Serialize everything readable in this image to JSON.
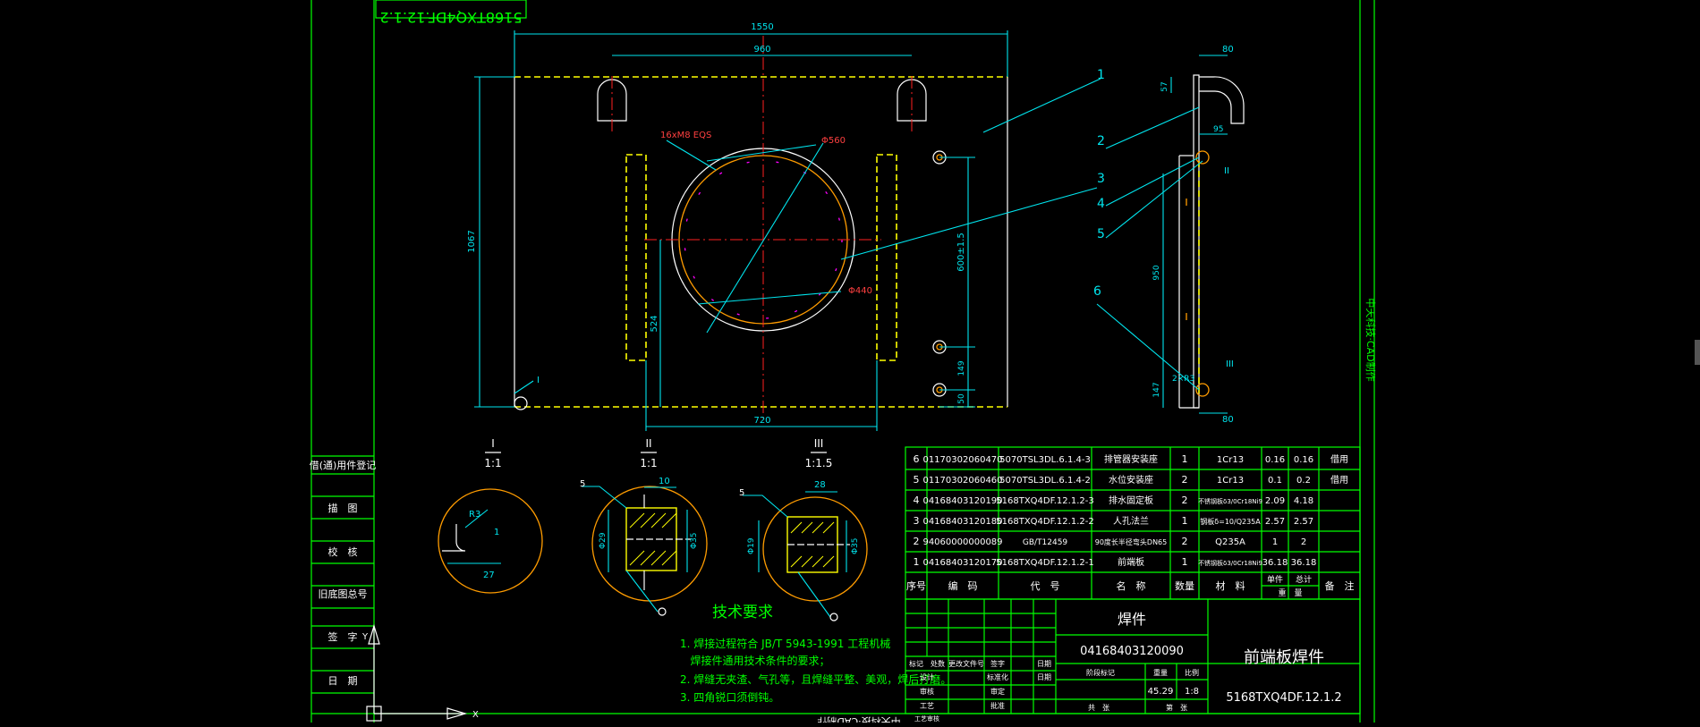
{
  "frame": {
    "top_title_inverted": "5168TXQ4DF.12.1.2",
    "side_label": "中天科技·CAD制作",
    "bottom_label_inverted": "中天科技·CAD制作"
  },
  "left_column": {
    "rows": [
      "借(通)用件登记",
      "描　图",
      "校　核",
      "旧底图总号",
      "签　字",
      "日　期"
    ]
  },
  "front_view": {
    "dim_overall_width": "1550",
    "dim_hole_spacing": "960",
    "dim_height": "1067",
    "dim_bottom": "720",
    "dim_center_h": "524",
    "dim_bolt_vertical": "600±1.5",
    "dim_b1": "149",
    "dim_b2": "50",
    "note_holes": "16xM8 EQS",
    "dia_outer": "Φ560",
    "dia_inner": "Φ440",
    "detail_ref": "I"
  },
  "side_view": {
    "dim_top": "80",
    "dim_57": "57",
    "dim_95": "95",
    "dim_950": "950",
    "dim_147": "147",
    "dim_2xR3": "2×R3",
    "dim_bottom": "80",
    "detail_II": "II",
    "detail_III": "III"
  },
  "leaders": [
    "1",
    "2",
    "3",
    "4",
    "5",
    "6"
  ],
  "details": [
    {
      "roman": "I",
      "scale": "1:1",
      "r": "R3",
      "dim1": "1",
      "dim2": "27"
    },
    {
      "roman": "II",
      "scale": "1:1",
      "w": "5",
      "top": "10",
      "left": "Φ29",
      "right": "Φ35"
    },
    {
      "roman": "III",
      "scale": "1:1.5",
      "w": "5",
      "top": "28",
      "left": "Φ19",
      "right": "Φ35"
    }
  ],
  "tech": {
    "title": "技术要求",
    "lines": [
      "1. 焊接过程符合 JB/T 5943-1991 工程机械",
      "   焊接件通用技术条件的要求；",
      "2. 焊缝无夹渣、气孔等，且焊缝平整、美观，焊后打磨。",
      "3. 四角锐口须倒钝。"
    ]
  },
  "bom": {
    "rows": [
      {
        "no": "6",
        "code": "01170302060470",
        "drawing": "5070TSL3DL.6.1.4-3",
        "name": "排管器安装座",
        "qty": "1",
        "material": "1Cr13",
        "unit": "0.16",
        "total": "0.16",
        "remark": "借用"
      },
      {
        "no": "5",
        "code": "01170302060460",
        "drawing": "5070TSL3DL.6.1.4-2",
        "name": "水位安装座",
        "qty": "2",
        "material": "1Cr13",
        "unit": "0.1",
        "total": "0.2",
        "remark": "借用"
      },
      {
        "no": "4",
        "code": "04168403120190",
        "drawing": "5168TXQ4DF.12.1.2-3",
        "name": "排水固定板",
        "qty": "2",
        "material": "不锈钢板δ3/0Cr18Ni9",
        "unit": "2.09",
        "total": "4.18",
        "remark": ""
      },
      {
        "no": "3",
        "code": "04168403120180",
        "drawing": "5168TXQ4DF.12.1.2-2",
        "name": "人孔法兰",
        "qty": "1",
        "material": "钢板δ=10/Q235A",
        "unit": "2.57",
        "total": "2.57",
        "remark": ""
      },
      {
        "no": "2",
        "code": "94060000000089",
        "drawing": "GB/T12459",
        "name": "90度长半径弯头DN65",
        "qty": "2",
        "material": "Q235A",
        "unit": "1",
        "total": "2",
        "remark": ""
      },
      {
        "no": "1",
        "code": "04168403120170",
        "drawing": "5168TXQ4DF.12.1.2-1",
        "name": "前端板",
        "qty": "1",
        "material": "不锈钢板δ3/0Cr18Ni9",
        "unit": "36.18",
        "total": "36.18",
        "remark": ""
      }
    ],
    "header": {
      "no": "序号",
      "code": "编　码",
      "drawing": "代　号",
      "name": "名　称",
      "qty": "数量",
      "material": "材　料",
      "unit": "单件",
      "total": "总计",
      "weight": "重　量",
      "remark": "备　注"
    }
  },
  "title_block": {
    "category": "焊件",
    "part_code": "04168403120090",
    "title": "前端板焊件",
    "drawing_no": "5168TXQ4DF.12.1.2",
    "weight": "45.29",
    "scale": "1:8",
    "stage_label": "阶段标记",
    "weight_label": "重量",
    "scale_label": "比例",
    "sheets_total": "共　张",
    "sheet_no": "第　张",
    "rev_headers": [
      "标记",
      "处数",
      "更改文件号",
      "签字",
      "日期"
    ],
    "roles": [
      "设计",
      "审核",
      "工艺",
      "工艺审核"
    ],
    "roles2": [
      "标准化",
      "审定",
      "批准",
      "日期"
    ]
  }
}
